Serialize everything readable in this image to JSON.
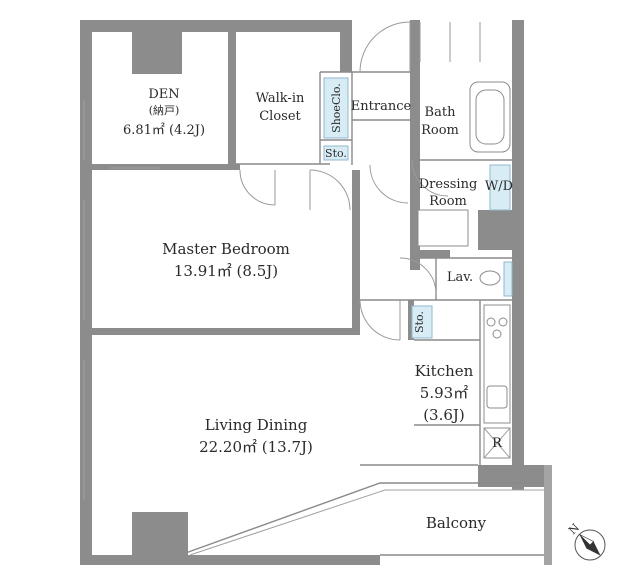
{
  "rooms": {
    "den": {
      "name": "DEN",
      "note": "(納戸)",
      "area": "6.81㎡ (4.2J)"
    },
    "walkin": {
      "line1": "Walk-in",
      "line2": "Closet"
    },
    "shoe": {
      "name": "ShoeClo."
    },
    "entrance": {
      "name": "Entrance"
    },
    "bath": {
      "line1": "Bath",
      "line2": "Room"
    },
    "sto1": {
      "name": "Sto."
    },
    "dressing": {
      "line1": "Dressing",
      "line2": "Room"
    },
    "wd": {
      "name": "W/D"
    },
    "master": {
      "name": "Master Bedroom",
      "area": "13.91㎡ (8.5J)"
    },
    "lav": {
      "name": "Lav."
    },
    "sto2": {
      "name": "Sto."
    },
    "kitchen": {
      "name": "Kitchen",
      "area": "5.93㎡",
      "tatami": "(3.6J)"
    },
    "living": {
      "name": "Living Dining",
      "area": "22.20㎡ (13.7J)"
    },
    "fridge": {
      "name": "R"
    },
    "balcony": {
      "name": "Balcony"
    }
  },
  "compass": {
    "label": "N"
  },
  "colors": {
    "wall": "#8c8c8c",
    "fixture_blue": "#d8ecf5"
  }
}
